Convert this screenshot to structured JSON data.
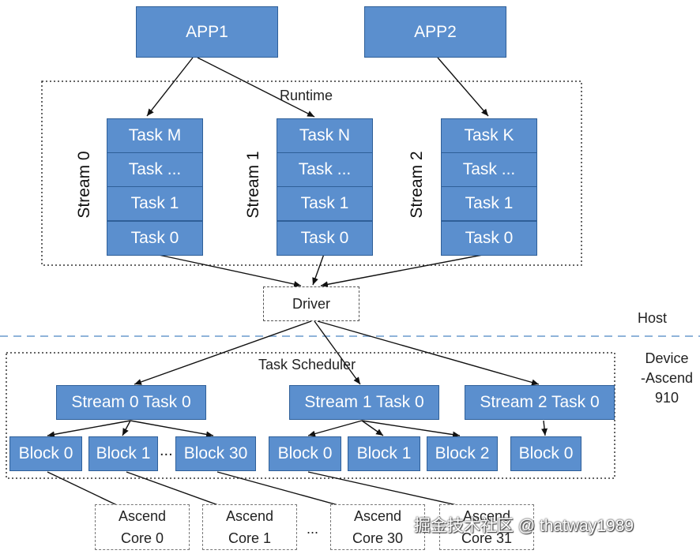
{
  "apps": [
    "APP1",
    "APP2"
  ],
  "runtime_label": "Runtime",
  "streams": [
    {
      "label": "Stream 0",
      "tasks": [
        "Task M",
        "Task ...",
        "Task 1",
        "Task 0"
      ]
    },
    {
      "label": "Stream 1",
      "tasks": [
        "Task N",
        "Task ...",
        "Task 1",
        "Task 0"
      ]
    },
    {
      "label": "Stream 2",
      "tasks": [
        "Task K",
        "Task ...",
        "Task 1",
        "Task 0"
      ]
    }
  ],
  "driver_label": "Driver",
  "host_label": "Host",
  "device_label_lines": [
    "Device",
    "-Ascend",
    "910"
  ],
  "scheduler_label": "Task Scheduler",
  "stream_tasks": [
    "Stream 0 Task 0",
    "Stream 1 Task 0",
    "Stream 2 Task 0"
  ],
  "blocks": [
    "Block 0",
    "Block 1",
    "Block 30",
    "Block 0",
    "Block 1",
    "Block 2",
    "Block 0"
  ],
  "block_ellipsis": "...",
  "cores": [
    {
      "line1": "Ascend",
      "line2": "Core 0"
    },
    {
      "line1": "Ascend",
      "line2": "Core 1"
    },
    {
      "line1": "Ascend",
      "line2": "Core 30"
    },
    {
      "line1": "Ascend",
      "line2": "Core 31"
    }
  ],
  "core_ellipsis": "...",
  "watermark": "掘金技术社区 @ thatway1989",
  "colors": {
    "box_fill": "#5b8fce",
    "box_border": "#2f5f98",
    "divider": "#8fb3d9"
  }
}
